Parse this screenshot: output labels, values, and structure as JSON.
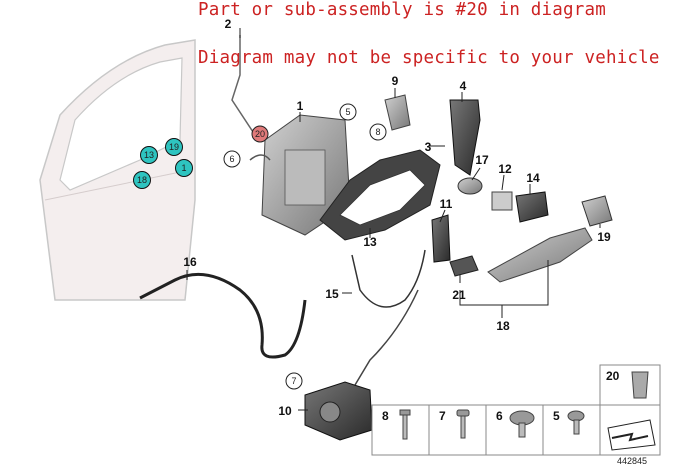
{
  "notices": {
    "line1": "Part or sub-assembly is #20 in diagram",
    "line2": "Diagram may not be specific to your vehicle"
  },
  "colors": {
    "notice_text": "#cc2222",
    "teal_badge": "#2ec4c0",
    "highlight_badge": "#e07a7a",
    "part_grey": "#9a9a9a",
    "door_outline": "#c8c8c8"
  },
  "callouts": {
    "c1": "1",
    "c2": "2",
    "c3": "3",
    "c4": "4",
    "c5": "5",
    "c6": "6",
    "c7": "7",
    "c8": "8",
    "c9": "9",
    "c10": "10",
    "c11": "11",
    "c12": "12",
    "c13": "13",
    "c14": "14",
    "c15": "15",
    "c16": "16",
    "c17": "17",
    "c18": "18",
    "c19": "19",
    "c20": "20",
    "c21": "21"
  },
  "door_badges": {
    "b13": "13",
    "b19": "19",
    "b18": "18",
    "b1": "1"
  },
  "fastener_legend": {
    "f8": "8",
    "f7": "7",
    "f6": "6",
    "f5": "5",
    "f20": "20"
  },
  "diagram_id": "442845"
}
